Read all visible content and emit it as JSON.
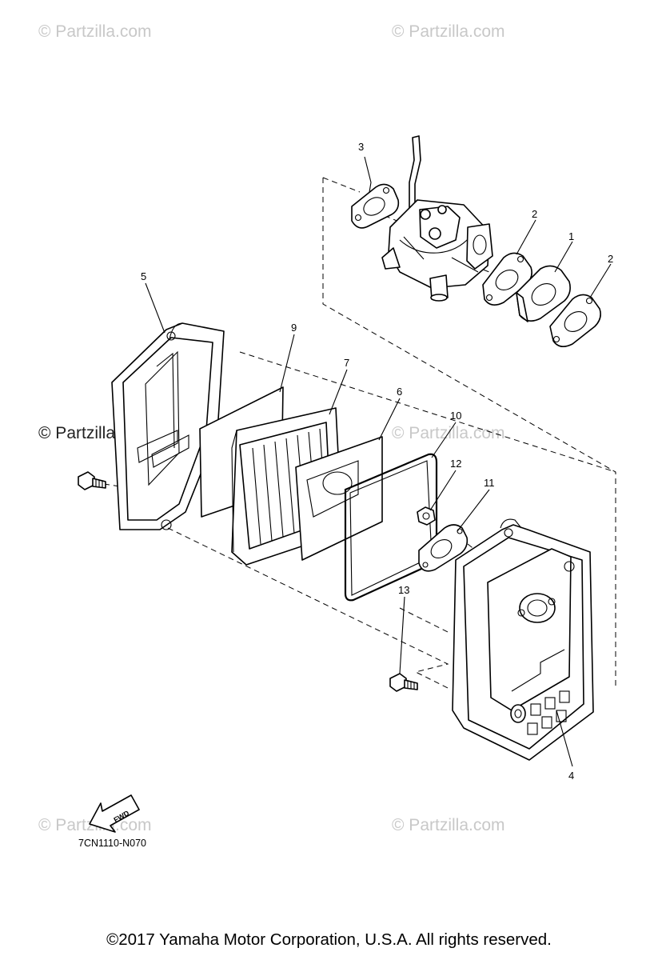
{
  "diagram": {
    "drawing_code": "7CN1110-N070",
    "fwd_label": "FWD",
    "callouts": {
      "p1": "1",
      "p2a": "2",
      "p2b": "2",
      "p3": "3",
      "p4": "4",
      "p5": "5",
      "p6": "6",
      "p7": "7",
      "p9": "9",
      "p10": "10",
      "p11": "11",
      "p12": "12",
      "p13": "13"
    }
  },
  "watermark": {
    "text": "© Partzilla.com"
  },
  "footer": {
    "copyright": "©2017  Yamaha Motor Corporation, U.S.A. All rights reserved."
  }
}
